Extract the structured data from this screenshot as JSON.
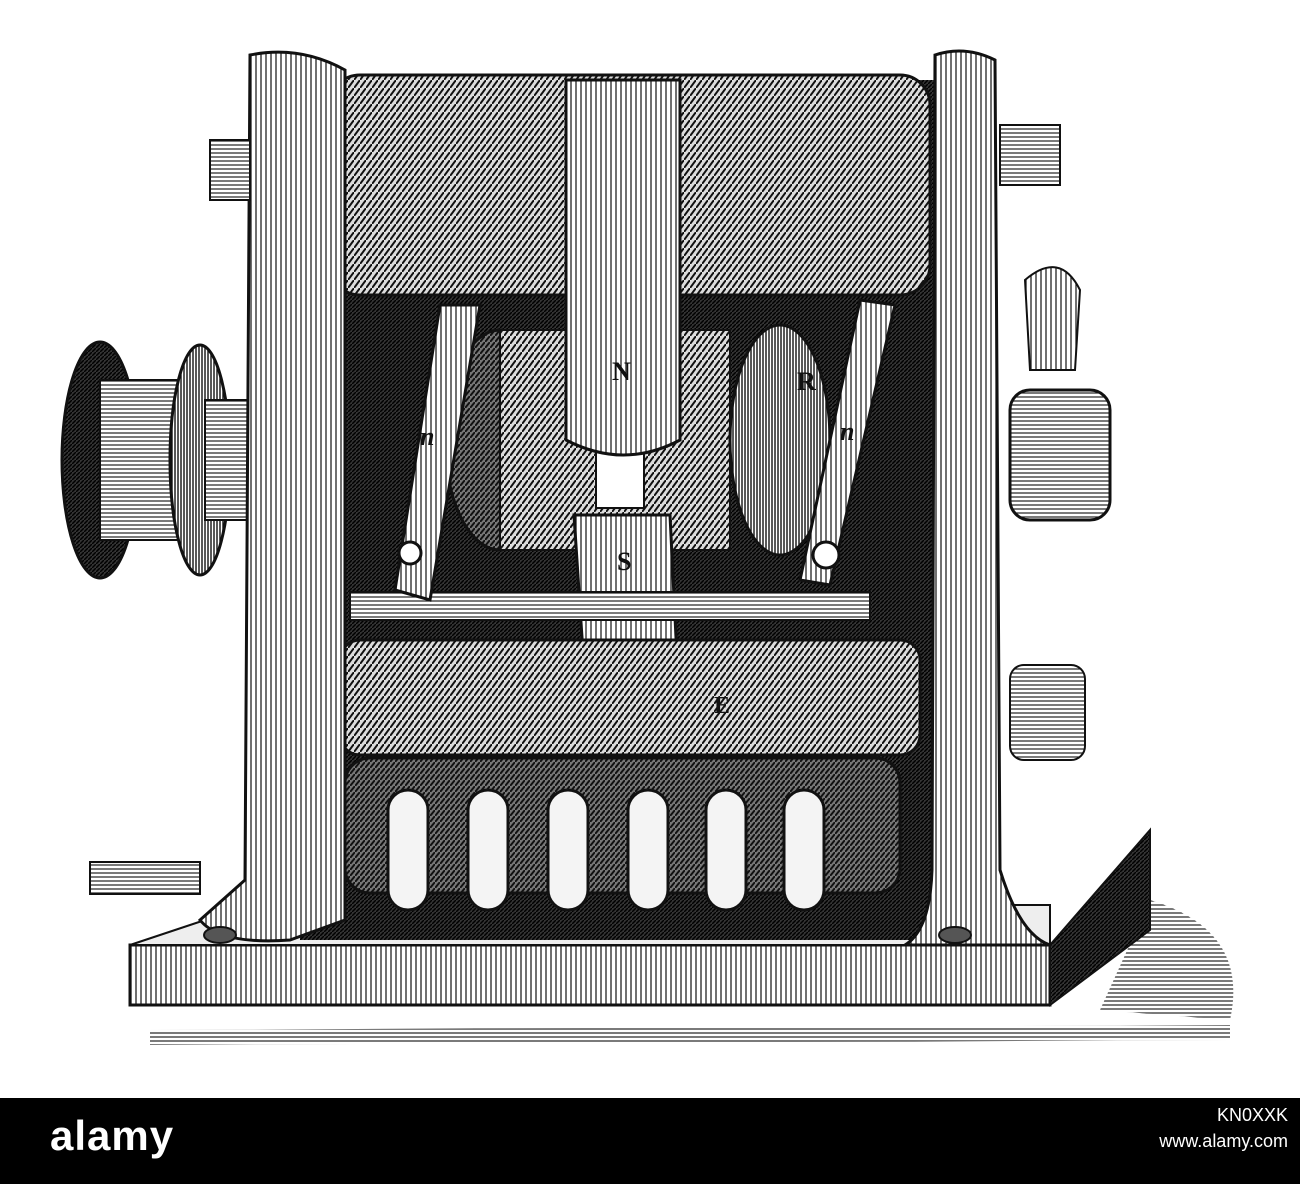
{
  "illustration": {
    "labels": {
      "pole_north": "N",
      "pole_south": "S",
      "mark_r": "R",
      "mark_e": "E",
      "mark_n_left": "n",
      "mark_n_right": "n"
    }
  },
  "footer": {
    "brand": "alamy",
    "image_id": "KN0XXK",
    "site": "www.alamy.com"
  }
}
